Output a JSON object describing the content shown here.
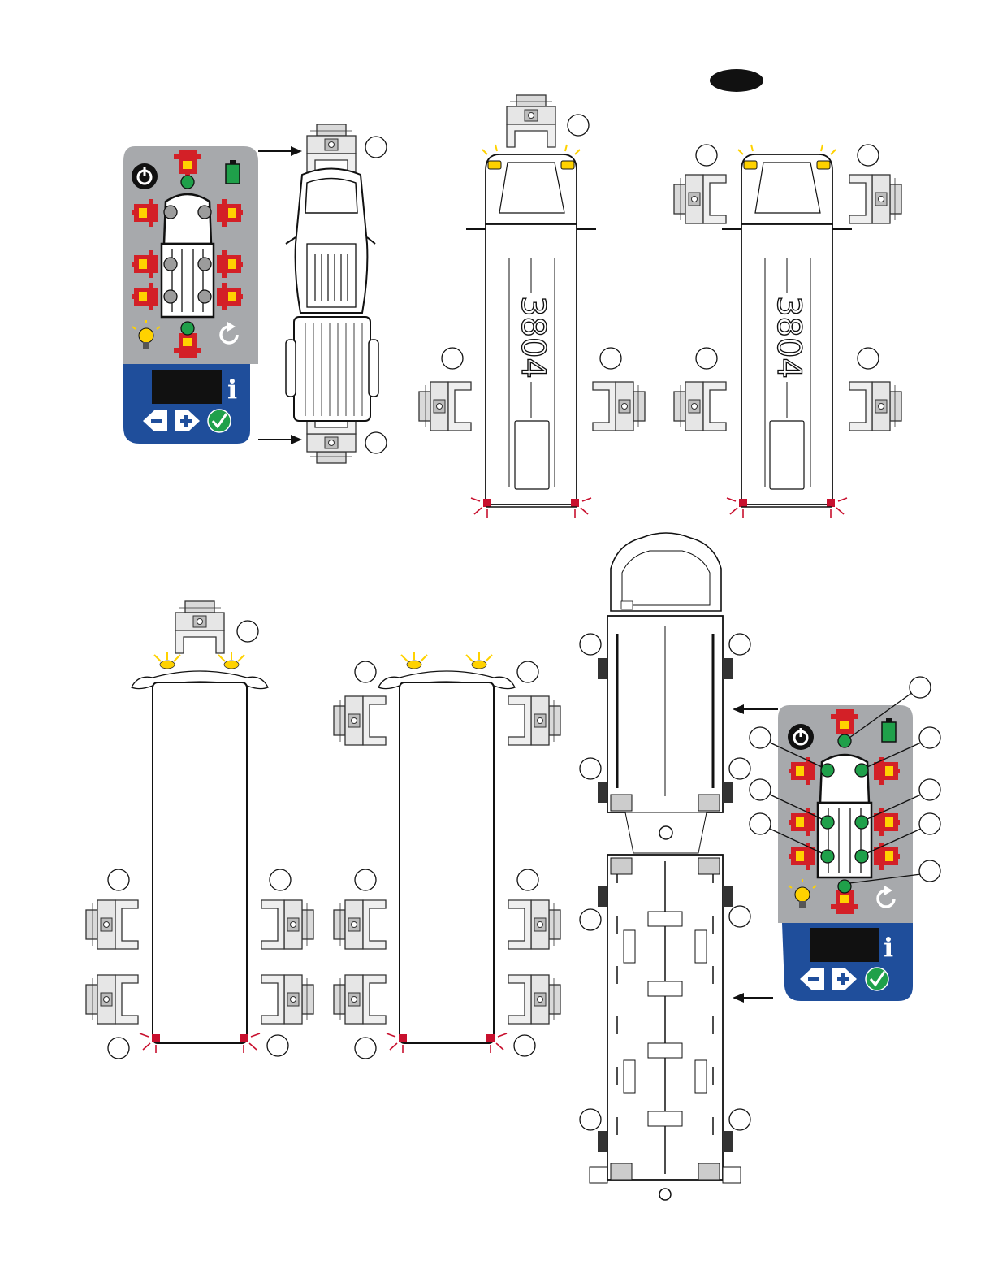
{
  "vehicle_numbers": {
    "bus_a": "3804",
    "bus_b": "3804"
  },
  "colors": {
    "panel_gray": "#a7a9ac",
    "panel_blue": "#1f4e9b",
    "jack_red": "#d32027",
    "jack_yellow": "#ffd200",
    "indicator_green": "#1fa04a",
    "indicator_gray": "#9c9c9c",
    "lamp_yellow": "#ffd200",
    "marker_red": "#c8102e",
    "display_black": "#111111",
    "badge_black": "#111111"
  },
  "icons": [
    "power-icon",
    "battery-icon",
    "light-bulb-icon",
    "reset-icon",
    "info-icon",
    "minus-arrow-icon",
    "plus-arrow-icon",
    "check-icon",
    "jack-icon"
  ],
  "control_panel_top_left": {
    "indicator_state": "gray",
    "front_rear_state": "green"
  },
  "control_panel_bottom_right": {
    "indicator_state": "green",
    "front_rear_state": "green"
  }
}
